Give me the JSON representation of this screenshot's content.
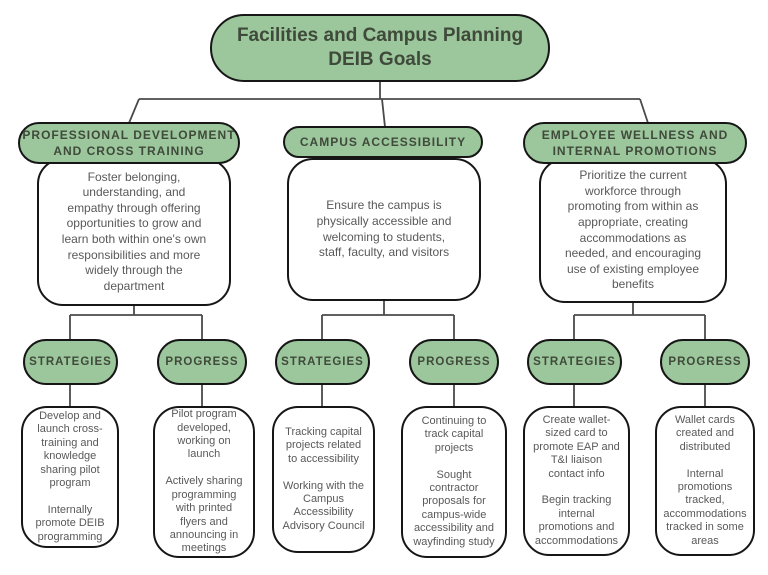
{
  "title": "Facilities and Campus Planning\nDEIB Goals",
  "colors": {
    "green": "#9cc69b",
    "border": "#161616",
    "heading_text": "#3f4a3b",
    "body_text": "#595959",
    "line": "#4a4a4a"
  },
  "branches": [
    {
      "header": "PROFESSIONAL DEVELOPMENT\nAND CROSS TRAINING",
      "description": "Foster belonging,\nunderstanding, and\nempathy through offering\nopportunities to grow and\nlearn both within one's own\nresponsibilities and more\nwidely through the\ndepartment",
      "strategies_label": "STRATEGIES",
      "progress_label": "PROGRESS",
      "strategies": "Develop and\nlaunch cross-\ntraining and\nknowledge\nsharing pilot\nprogram\n\nInternally\npromote DEIB\nprogramming",
      "progress": "Pilot program\ndeveloped,\nworking on\nlaunch\n\nActively sharing\nprogramming\nwith printed\nflyers and\nannouncing in\nmeetings"
    },
    {
      "header": "CAMPUS ACCESSIBILITY",
      "description": "Ensure the campus is\nphysically accessible and\nwelcoming to students,\nstaff, faculty, and visitors",
      "strategies_label": "STRATEGIES",
      "progress_label": "PROGRESS",
      "strategies": "Tracking capital\nprojects related\nto accessibility\n\nWorking with the\nCampus\nAccessibility\nAdvisory Council",
      "progress": "Continuing to\ntrack capital\nprojects\n\nSought\ncontractor\nproposals for\ncampus-wide\naccessibility and\nwayfinding study"
    },
    {
      "header": "EMPLOYEE WELLNESS AND\nINTERNAL PROMOTIONS",
      "description": "Prioritize the current\nworkforce through\npromoting from within as\nappropriate, creating\naccommodations as\nneeded, and encouraging\nuse of existing employee\nbenefits",
      "strategies_label": "STRATEGIES",
      "progress_label": "PROGRESS",
      "strategies": "Create wallet-\nsized card to\npromote EAP and\nT&I liaison\ncontact info\n\nBegin tracking\ninternal\npromotions and\naccommodations",
      "progress": "Wallet cards\ncreated and\ndistributed\n\nInternal\npromotions\ntracked,\naccommodations\ntracked in some\nareas"
    }
  ]
}
